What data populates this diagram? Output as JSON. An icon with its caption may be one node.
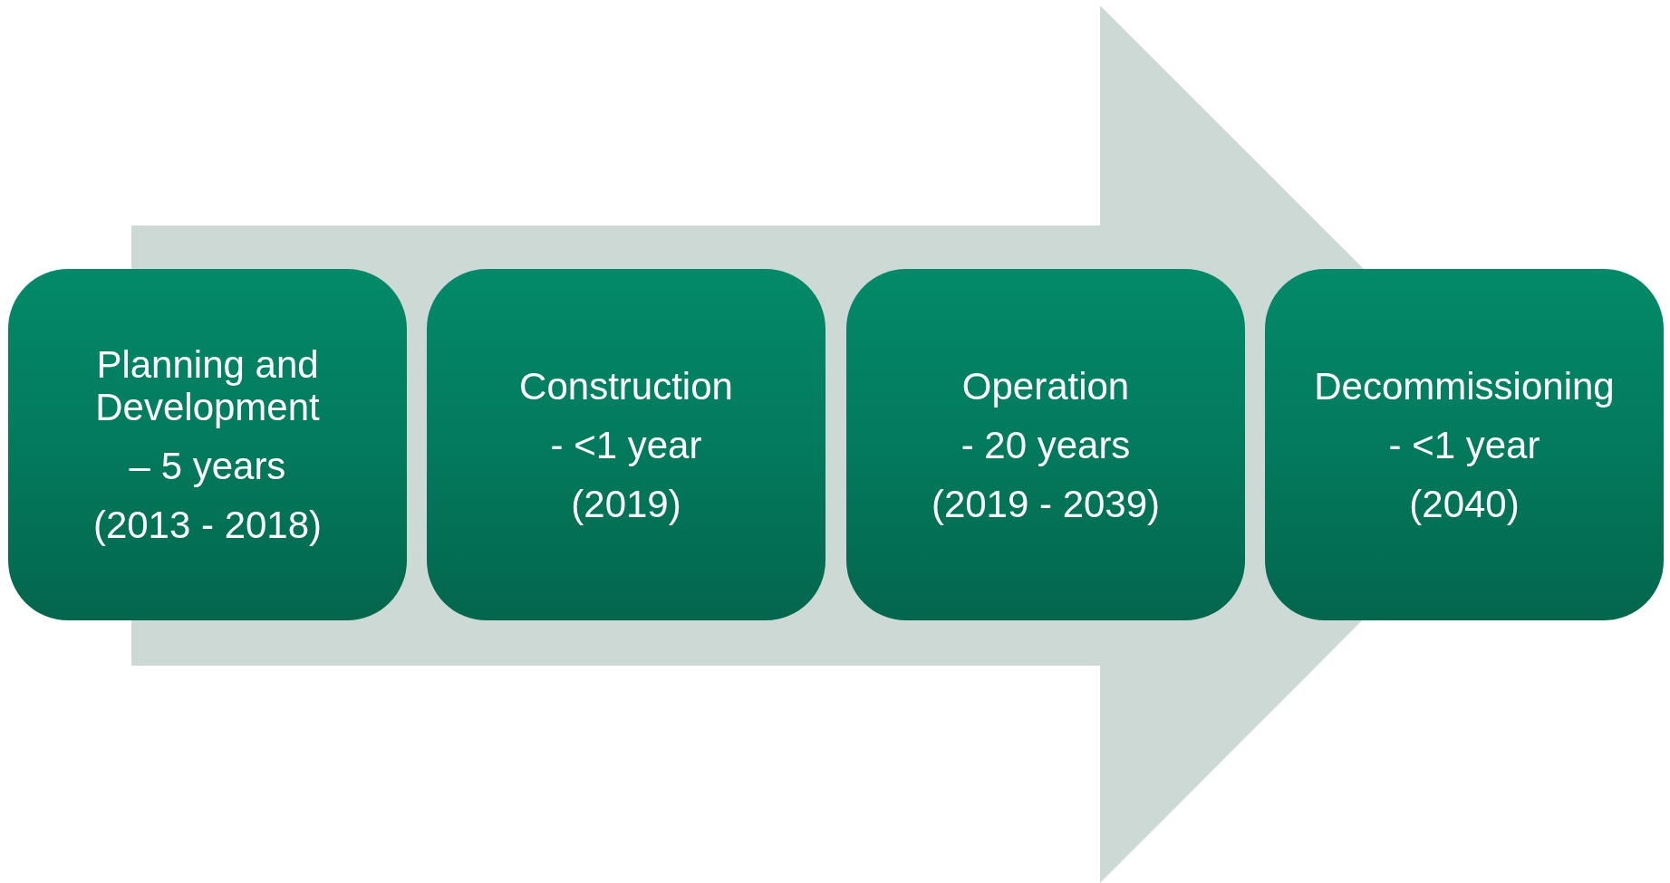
{
  "diagram": {
    "nodes": [
      {
        "text": [
          "Planning and Development",
          "– 5 years",
          "(2013 - 2018)"
        ]
      },
      {
        "text": [
          "Construction",
          "- <1 year",
          "(2019)"
        ]
      },
      {
        "text": [
          "Operation",
          "- 20 years",
          "(2019 - 2039)"
        ]
      },
      {
        "text": [
          "Decommissioning",
          "- <1 year",
          "(2040)"
        ]
      }
    ],
    "edges": [
      {
        "from": 0,
        "to": 3,
        "arrow": "to"
      }
    ]
  }
}
